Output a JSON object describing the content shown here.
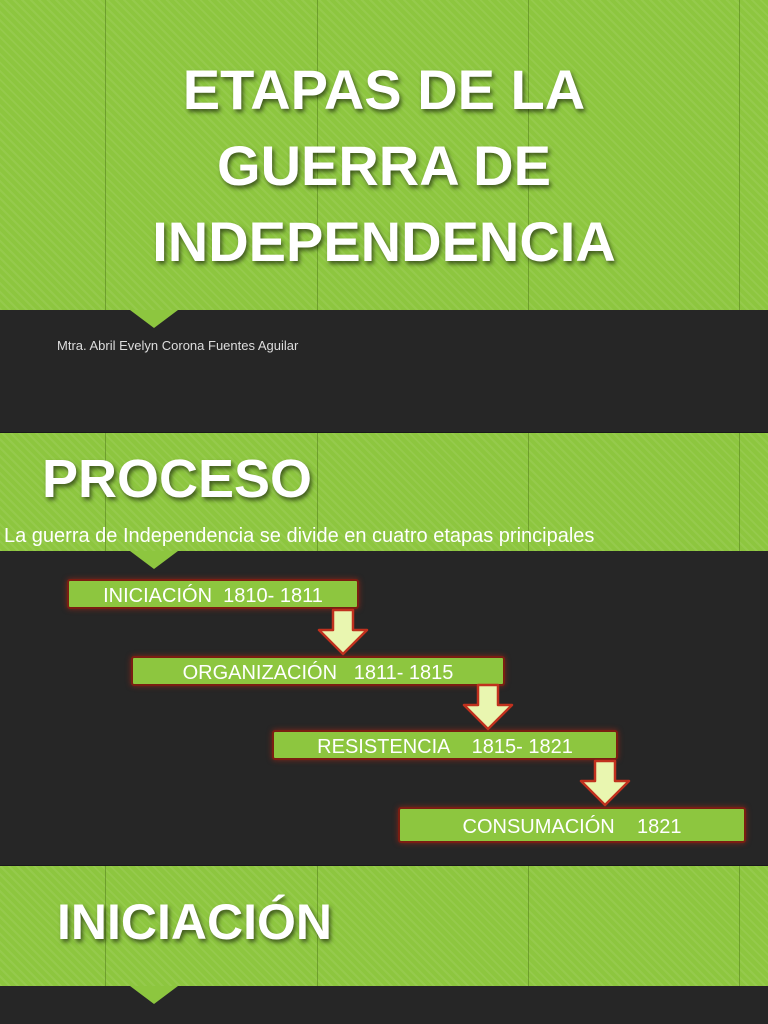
{
  "slide1": {
    "title_line1": "ETAPAS DE LA",
    "title_line2": "GUERRA DE",
    "title_line3": "INDEPENDENCIA",
    "author": "Mtra. Abril Evelyn Corona Fuentes Aguilar"
  },
  "slide2": {
    "title": "PROCESO",
    "subtitle": "La guerra de Independencia se divide en cuatro etapas principales",
    "stages": [
      {
        "label": "INICIACIÓN  1810- 1811"
      },
      {
        "label": "ORGANIZACIÓN   1811- 1815"
      },
      {
        "label": "RESISTENCIA    1815- 1821"
      },
      {
        "label": "CONSUMACIÓN    1821"
      }
    ]
  },
  "slide3": {
    "title": "INICIACIÓN"
  },
  "colors": {
    "green": "#8dc63f",
    "dark": "#262626",
    "box_border": "#7a1e12",
    "arrow_fill": "#e9f6b0",
    "arrow_stroke": "#c0311e"
  }
}
